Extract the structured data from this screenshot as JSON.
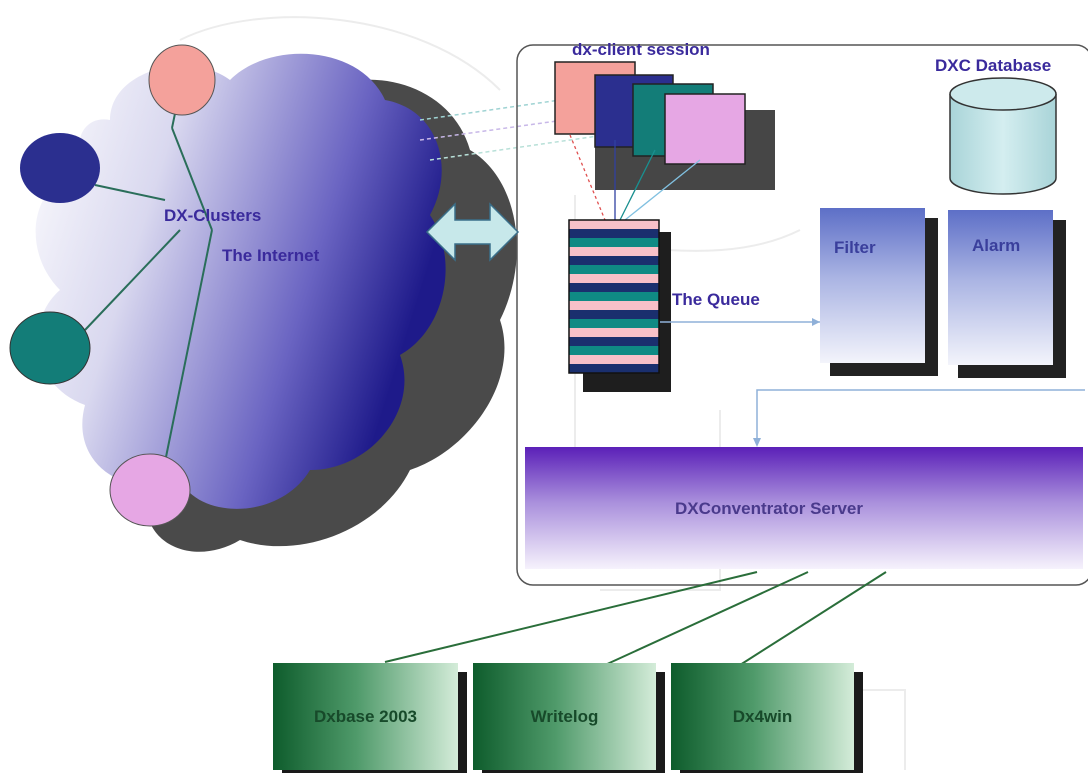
{
  "labels": {
    "dx_clusters": "DX-Clusters",
    "the_internet": "The Internet",
    "dx_client_session": "dx-client session",
    "dxc_database": "DXC Database",
    "filter": "Filter",
    "alarm": "Alarm",
    "the_queue": "The Queue",
    "server": "DXConventrator Server"
  },
  "applications": [
    "Dxbase 2003",
    "Writelog",
    "Dx4win"
  ],
  "colors": {
    "label_text": "#3a2a9c",
    "cloud_dark": "#1e1a8a",
    "node_pink": "#f4a19b",
    "node_navy": "#2b2f8f",
    "node_teal": "#137d78",
    "node_lilac": "#e6a7e4",
    "database": "#b9dde0",
    "arrow": "#c7e8ea",
    "server_top": "#5b20b8",
    "app_green": "#0e5c2c"
  },
  "queue_stripes": [
    "#f7c0c8",
    "#1a2f6e",
    "#0f8a84",
    "#f7c0c8",
    "#1a2f6e",
    "#0f8a84",
    "#f7c0c8",
    "#1a2f6e",
    "#0f8a84",
    "#f7c0c8",
    "#1a2f6e",
    "#0f8a84",
    "#f7c0c8",
    "#1a2f6e",
    "#0f8a84",
    "#f7c0c8",
    "#1a2f6e"
  ],
  "session_windows": [
    "#f4a19b",
    "#2b2f8f",
    "#137d78",
    "#e6a7e4"
  ]
}
